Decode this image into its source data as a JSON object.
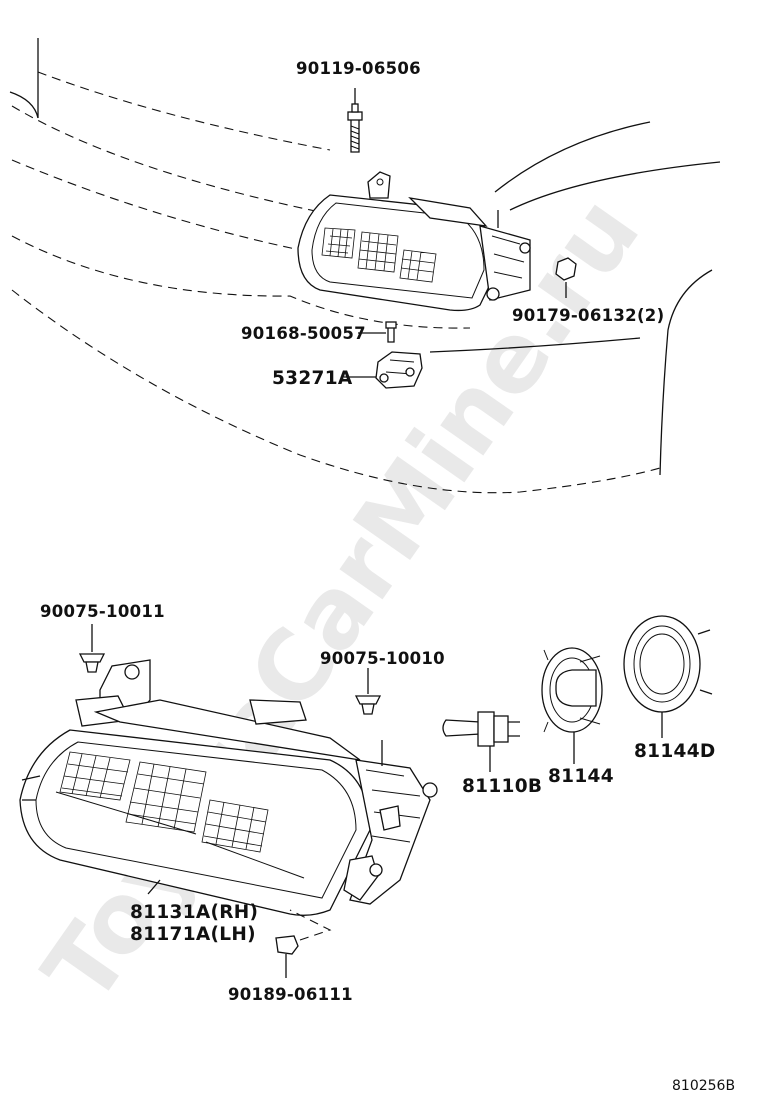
{
  "watermark": "ToyotaCarMine.ru",
  "diagram_code": "810256B",
  "parts": {
    "bolt_top": "90119-06506",
    "screw_mid": "90168-50057",
    "nut_right": "90179-06132(2)",
    "bracket": "53271A",
    "clip_left": "90075-10011",
    "clip_mid": "90075-10010",
    "bulb": "81110B",
    "socket_cover": "81144",
    "ring_cover": "81144D",
    "headlamp_rh": "81131A(RH)",
    "headlamp_lh": "81171A(LH)",
    "grommet": "90189-06111"
  }
}
